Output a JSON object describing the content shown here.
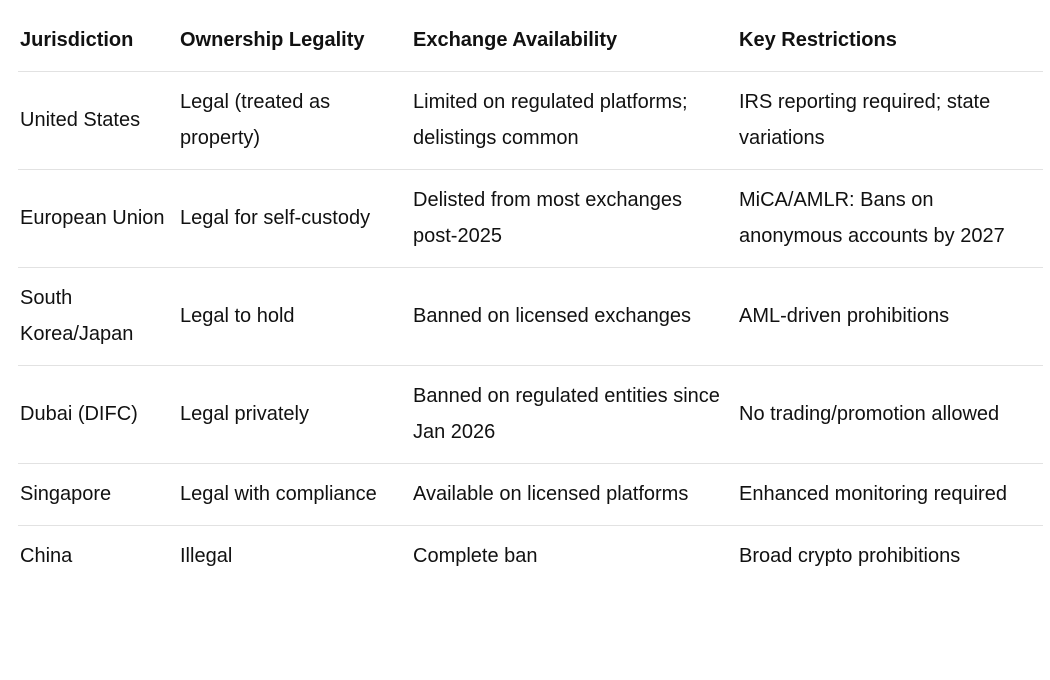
{
  "table": {
    "headers": [
      "Jurisdiction",
      "Ownership Legality",
      "Exchange Availability",
      "Key Restrictions"
    ],
    "rows": [
      [
        "United States",
        "Legal (treated as property)",
        "Limited on regulated platforms; delistings common",
        "IRS reporting required; state variations"
      ],
      [
        "European Union",
        "Legal for self-custody",
        "Delisted from most exchanges post-2025",
        "MiCA/AMLR: Bans on anonymous accounts by 2027"
      ],
      [
        "South Korea/Japan",
        "Legal to hold",
        "Banned on licensed exchanges",
        "AML-driven prohibitions"
      ],
      [
        "Dubai (DIFC)",
        "Legal privately",
        "Banned on regulated entities since Jan 2026",
        "No trading/promotion allowed"
      ],
      [
        "Singapore",
        "Legal with compliance",
        "Available on licensed platforms",
        "Enhanced monitoring required"
      ],
      [
        "China",
        "Illegal",
        "Complete ban",
        "Broad crypto prohibitions"
      ]
    ]
  }
}
